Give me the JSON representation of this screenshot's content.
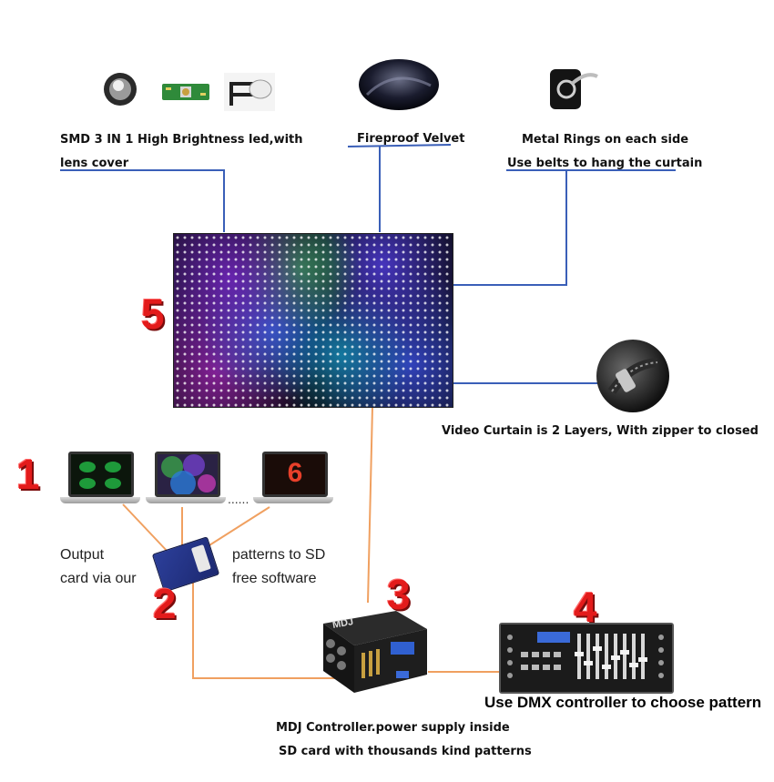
{
  "labels": {
    "led_line1": "SMD 3 IN 1 High Brightness led,with",
    "led_line2": "lens cover",
    "velvet": "Fireproof Velvet",
    "rings_line1": "Metal Rings on each side",
    "rings_line2": "Use belts to hang the curtain",
    "zipper": "Video Curtain is 2 Layers, With zipper to closed",
    "output_line1": "Output",
    "output_line2": "card via our",
    "patterns_line1": "patterns to SD",
    "patterns_line2": "free software",
    "dots": "......",
    "dmx_caption": "Use DMX controller to choose pattern",
    "mdj_line1": "MDJ Controller.power supply inside",
    "mdj_line2": "SD card with thousands kind patterns",
    "controller_brand": "MDJ",
    "laptop3_digit": "6"
  },
  "numbers": {
    "n1": "1",
    "n2": "2",
    "n3": "3",
    "n4": "4",
    "n5": "5"
  },
  "colors": {
    "blue_line": "#3a5fb8",
    "orange_line": "#f0a060",
    "number_red": "#e31b1b"
  },
  "icons": {
    "led": "led-bulb-icon",
    "pcb": "led-pcb-icon",
    "lens": "lens-cover-icon",
    "velvet": "velvet-fabric-icon",
    "ring": "metal-ring-icon",
    "zipper": "zipper-icon",
    "sd": "sd-card-icon",
    "controller": "mdj-controller-icon",
    "dmx": "dmx-console-icon"
  }
}
